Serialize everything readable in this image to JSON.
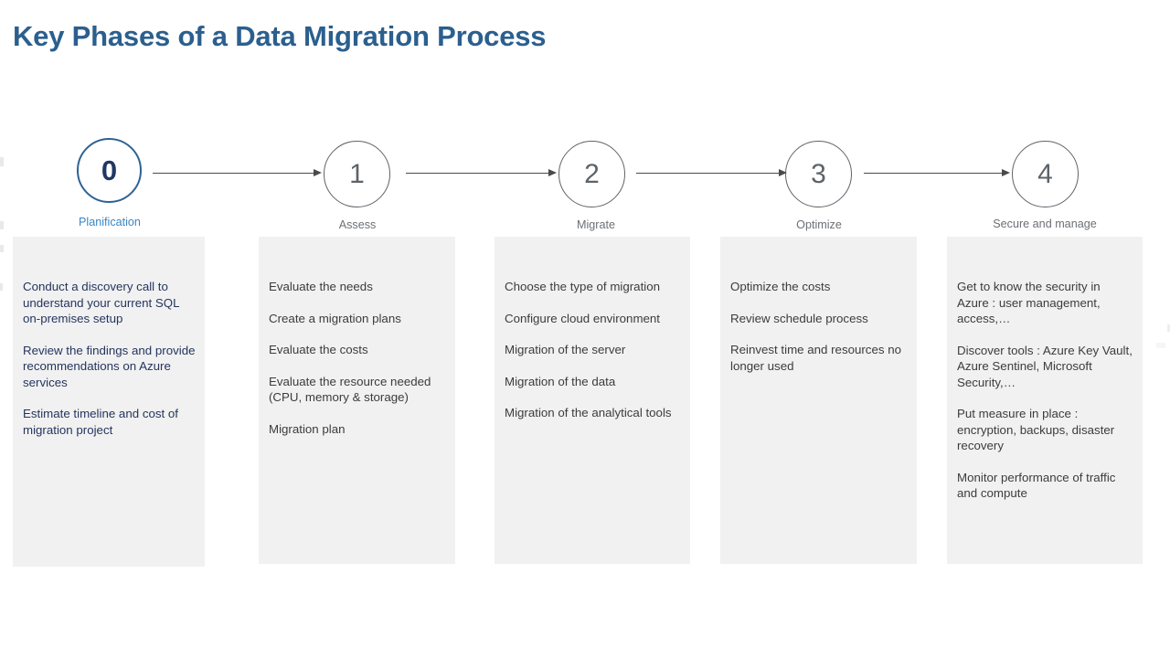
{
  "slide": {
    "title": "Key Phases of a Data Migration Process",
    "title_color": "#2b5f8e",
    "background_color": "#ffffff"
  },
  "colors": {
    "active_blue": "#2e6294",
    "active_number": "#1f3864",
    "active_label": "#3a85c6",
    "inactive_gray": "#5d6369",
    "inactive_label": "#6b7075",
    "panel_background": "#f1f1f1",
    "navy_text": "#25355e",
    "body_text": "#3c3c3c",
    "arrow": "#4a4a4a"
  },
  "steps": [
    {
      "number": "0",
      "label": "Planification",
      "state": "active",
      "items": [
        "Conduct a discovery call to understand your current SQL on-premises setup",
        "Review the findings and provide recommendations on Azure services",
        "Estimate timeline and cost of migration project"
      ]
    },
    {
      "number": "1",
      "label": "Assess",
      "state": "inactive",
      "items": [
        "Evaluate the needs",
        "Create a migration plans",
        "Evaluate the costs",
        "Evaluate the resource needed (CPU, memory & storage)",
        "Migration plan"
      ]
    },
    {
      "number": "2",
      "label": "Migrate",
      "state": "inactive",
      "items": [
        "Choose the type of migration",
        "Configure cloud environment",
        "Migration of the server",
        "Migration of the data",
        "Migration of the analytical tools"
      ]
    },
    {
      "number": "3",
      "label": "Optimize",
      "state": "inactive",
      "items": [
        "Optimize the costs",
        "Review schedule process",
        "Reinvest time and resources no longer used"
      ]
    },
    {
      "number": "4",
      "label": "Secure and manage",
      "state": "inactive",
      "items": [
        "Get to know the security in Azure : user management, access,…",
        "Discover tools : Azure Key Vault, Azure Sentinel, Microsoft Security,…",
        "Put measure in place : encryption, backups, disaster recovery",
        "Monitor performance of traffic and compute"
      ]
    }
  ]
}
